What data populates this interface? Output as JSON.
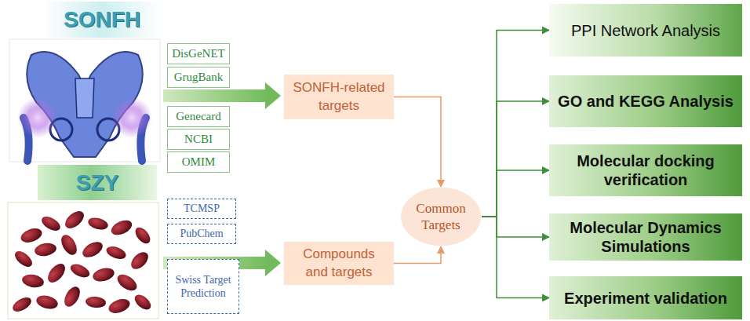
{
  "diagram": {
    "nodes": [
      {
        "text": [
          "SONFH"
        ]
      },
      {
        "text": [
          "DisGeNET"
        ]
      },
      {
        "text": [
          "GrugBank"
        ]
      },
      {
        "text": [
          "Genecard"
        ]
      },
      {
        "text": [
          "NCBI"
        ]
      },
      {
        "text": [
          "OMIM"
        ]
      },
      {
        "text": [
          "SZY"
        ]
      },
      {
        "text": [
          "TCMSP"
        ]
      },
      {
        "text": [
          "PubChem"
        ]
      },
      {
        "text": [
          "Swiss Target Prediction"
        ]
      },
      {
        "text": [
          "SONFH-related targets"
        ]
      },
      {
        "text": [
          "Compounds and targets"
        ]
      },
      {
        "text": [
          "Common Targets"
        ]
      },
      {
        "text": [
          "PPI Network Analysis"
        ]
      },
      {
        "text": [
          "GO and KEGG Analysis"
        ]
      },
      {
        "text": [
          "Molecular docking verification"
        ]
      },
      {
        "text": [
          "Molecular Dynamics Simulations"
        ]
      },
      {
        "text": [
          "Experiment validation"
        ]
      }
    ],
    "edges": [
      {
        "from": 10,
        "to": 12,
        "arrow": "to"
      },
      {
        "from": 11,
        "to": 12,
        "arrow": "to"
      },
      {
        "from": 12,
        "to": 13,
        "arrow": "to"
      },
      {
        "from": 12,
        "to": 14,
        "arrow": "to"
      },
      {
        "from": 12,
        "to": 15,
        "arrow": "to"
      },
      {
        "from": 12,
        "to": 16,
        "arrow": "to"
      },
      {
        "from": 12,
        "to": 17,
        "arrow": "to"
      }
    ]
  }
}
